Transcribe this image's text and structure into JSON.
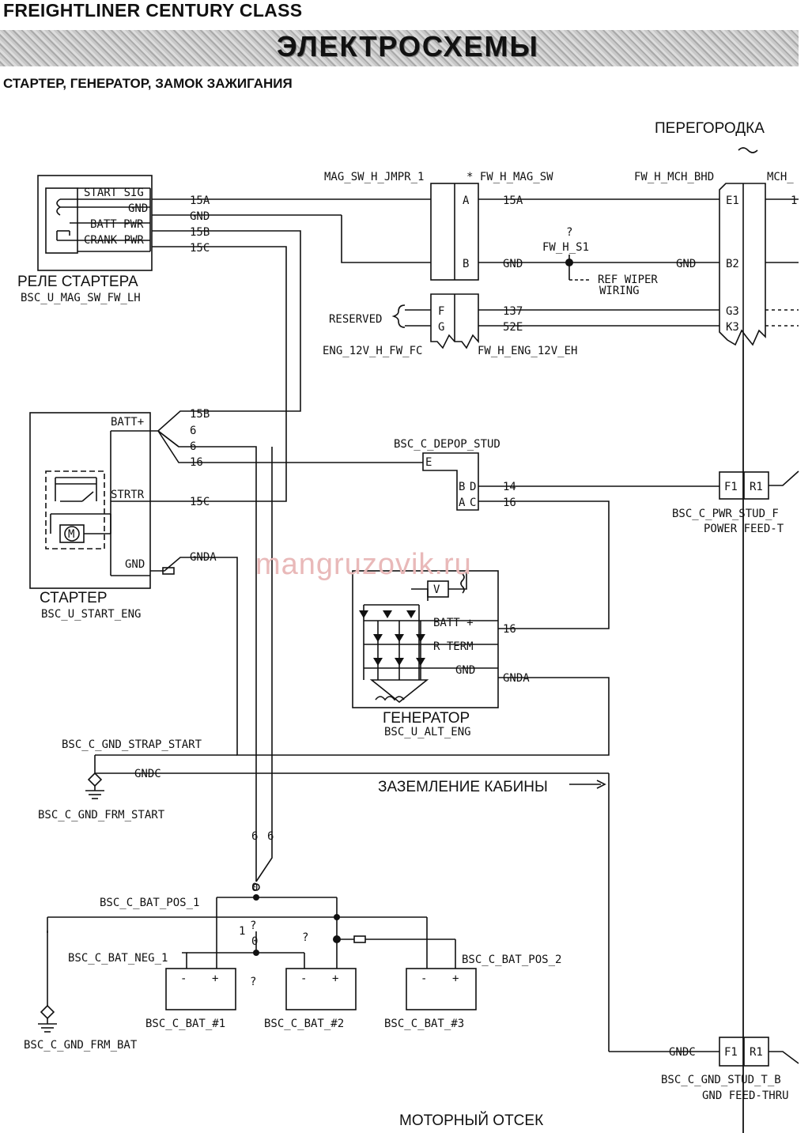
{
  "header": {
    "brand": "FREIGHTLINER CENTURY CLASS",
    "section": "ЭЛЕКТРОСХЕМЫ",
    "subtitle": "СТАРТЕР, ГЕНЕРАТОР, ЗАМОК ЗАЖИГАНИЯ"
  },
  "watermark": "mangruzovik.ru",
  "zones": {
    "bulkhead": "ПЕРЕГОРОДКА",
    "engine_bay": "МОТОРНЫЙ ОТСЕК",
    "cab_ground": "ЗАЗЕМЛЕНИЕ КАБИНЫ"
  },
  "relay": {
    "title": "РЕЛЕ СТАРТЕРА",
    "code": "BSC_U_MAG_SW_FW_LH",
    "pins": [
      "START SIG",
      "GND",
      "BATT PWR",
      "CRANK PWR"
    ]
  },
  "starter": {
    "title": "СТАРТЕР",
    "code": "BSC_U_START_ENG",
    "pins": [
      "BATT+",
      "STRTR",
      "GND"
    ],
    "motor": "M"
  },
  "alternator": {
    "title": "ГЕНЕРАТОР",
    "code": "BSC_U_ALT_ENG",
    "pins": [
      "BATT +",
      "R TERM",
      "GND"
    ],
    "regulator": "V"
  },
  "connectors": {
    "mag_jmpr": "MAG_SW_H_JMPR_1",
    "mag_sw": "* FW_H_MAG_SW",
    "mch_bhd": "FW_H_MCH_BHD",
    "mch_short": "MCH_",
    "splice_q": "?",
    "splice": "FW_H_S1",
    "ref_wiper_1": "REF WIPER",
    "ref_wiper_2": "WIRING",
    "reserved": "RESERVED",
    "eng12_left": "ENG_12V_H_FW_FC",
    "eng12_right": "FW_H_ENG_12V_EH",
    "depop": "BSC_C_DEPOP_STUD",
    "pwr_stud": "BSC_C_PWR_STUD_F",
    "pwr_feed": "POWER FEED-T",
    "gnd_strap": "BSC_C_GND_STRAP_START",
    "gnd_frm_start": "BSC_C_GND_FRM_START",
    "bat_pos_1": "BSC_C_BAT_POS_1",
    "bat_neg_1": "BSC_C_BAT_NEG_1",
    "bat_pos_2": "BSC_C_BAT_POS_2",
    "gnd_frm_bat": "BSC_C_GND_FRM_BAT",
    "gnd_stud": "BSC_C_GND_STUD_T_B",
    "gnd_feed": "GND FEED-THRU"
  },
  "pins": {
    "mag_a": "A",
    "mag_b": "B",
    "fg_f": "F",
    "fg_g": "G",
    "bhd": [
      "E1",
      "B2",
      "G3",
      "K3"
    ],
    "depop_e": "E",
    "depop_b": "B",
    "depop_d": "D",
    "depop_a": "A",
    "depop_c": "C",
    "f1": "F1",
    "r1": "R1"
  },
  "wires": {
    "w15a": "15A",
    "gnd": "GND",
    "w15b": "15B",
    "w15c": "15C",
    "w137": "137",
    "w52e": "52E",
    "w6": "6",
    "w16": "16",
    "w14": "14",
    "gnda": "GNDA",
    "gndc": "GNDC",
    "one": "1"
  },
  "batteries": [
    "BSC_C_BAT_#1",
    "BSC_C_BAT_#2",
    "BSC_C_BAT_#3"
  ],
  "bat_terms": {
    "neg": "-",
    "pos": "+"
  },
  "marks": {
    "q": "?",
    "zero": "0"
  }
}
